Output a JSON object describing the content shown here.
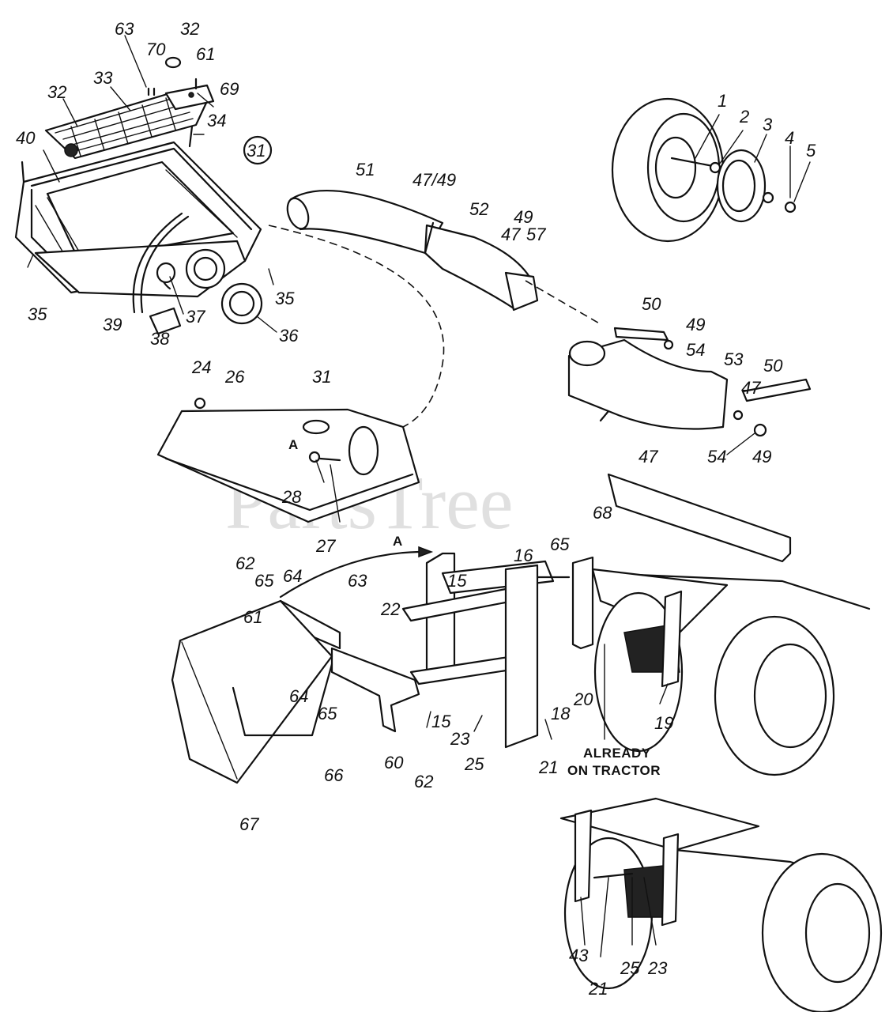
{
  "watermark": "PartsTree",
  "notes": {
    "already_line1": "ALREADY",
    "already_line2": "ON TRACTOR",
    "ref_a1": "A",
    "ref_a2": "A"
  },
  "callouts": [
    {
      "id": "c-63a",
      "text": "63"
    },
    {
      "id": "c-70",
      "text": "70"
    },
    {
      "id": "c-32a",
      "text": "32"
    },
    {
      "id": "c-61a",
      "text": "61"
    },
    {
      "id": "c-33",
      "text": "33"
    },
    {
      "id": "c-32b",
      "text": "32"
    },
    {
      "id": "c-69",
      "text": "69"
    },
    {
      "id": "c-34",
      "text": "34"
    },
    {
      "id": "c-40",
      "text": "40"
    },
    {
      "id": "c-31a",
      "text": "31"
    },
    {
      "id": "c-35a",
      "text": "35"
    },
    {
      "id": "c-35b",
      "text": "35"
    },
    {
      "id": "c-37",
      "text": "37"
    },
    {
      "id": "c-36",
      "text": "36"
    },
    {
      "id": "c-39",
      "text": "39"
    },
    {
      "id": "c-38",
      "text": "38"
    },
    {
      "id": "c-51",
      "text": "51"
    },
    {
      "id": "c-4749a",
      "text": "47/49"
    },
    {
      "id": "c-52",
      "text": "52"
    },
    {
      "id": "c-49a",
      "text": "49"
    },
    {
      "id": "c-47a",
      "text": "47"
    },
    {
      "id": "c-57",
      "text": "57"
    },
    {
      "id": "c-1",
      "text": "1"
    },
    {
      "id": "c-2",
      "text": "2"
    },
    {
      "id": "c-3",
      "text": "3"
    },
    {
      "id": "c-4",
      "text": "4"
    },
    {
      "id": "c-5",
      "text": "5"
    },
    {
      "id": "c-50a",
      "text": "50"
    },
    {
      "id": "c-49b",
      "text": "49"
    },
    {
      "id": "c-54a",
      "text": "54"
    },
    {
      "id": "c-53",
      "text": "53"
    },
    {
      "id": "c-50b",
      "text": "50"
    },
    {
      "id": "c-47b",
      "text": "47"
    },
    {
      "id": "c-47c",
      "text": "47"
    },
    {
      "id": "c-54b",
      "text": "54"
    },
    {
      "id": "c-49c",
      "text": "49"
    },
    {
      "id": "c-24",
      "text": "24"
    },
    {
      "id": "c-26",
      "text": "26"
    },
    {
      "id": "c-31b",
      "text": "31"
    },
    {
      "id": "c-28",
      "text": "28"
    },
    {
      "id": "c-27",
      "text": "27"
    },
    {
      "id": "c-68",
      "text": "68"
    },
    {
      "id": "c-65a",
      "text": "65"
    },
    {
      "id": "c-16",
      "text": "16"
    },
    {
      "id": "c-62a",
      "text": "62"
    },
    {
      "id": "c-65b",
      "text": "65"
    },
    {
      "id": "c-64a",
      "text": "64"
    },
    {
      "id": "c-63b",
      "text": "63"
    },
    {
      "id": "c-15a",
      "text": "15"
    },
    {
      "id": "c-22",
      "text": "22"
    },
    {
      "id": "c-61b",
      "text": "61"
    },
    {
      "id": "c-64b",
      "text": "64"
    },
    {
      "id": "c-65c",
      "text": "65"
    },
    {
      "id": "c-15b",
      "text": "15"
    },
    {
      "id": "c-23a",
      "text": "23"
    },
    {
      "id": "c-25a",
      "text": "25"
    },
    {
      "id": "c-18",
      "text": "18"
    },
    {
      "id": "c-20",
      "text": "20"
    },
    {
      "id": "c-19",
      "text": "19"
    },
    {
      "id": "c-66",
      "text": "66"
    },
    {
      "id": "c-60",
      "text": "60"
    },
    {
      "id": "c-62b",
      "text": "62"
    },
    {
      "id": "c-21a",
      "text": "21"
    },
    {
      "id": "c-67",
      "text": "67"
    },
    {
      "id": "c-43",
      "text": "43"
    },
    {
      "id": "c-21b",
      "text": "21"
    },
    {
      "id": "c-25b",
      "text": "25"
    },
    {
      "id": "c-23b",
      "text": "23"
    }
  ]
}
